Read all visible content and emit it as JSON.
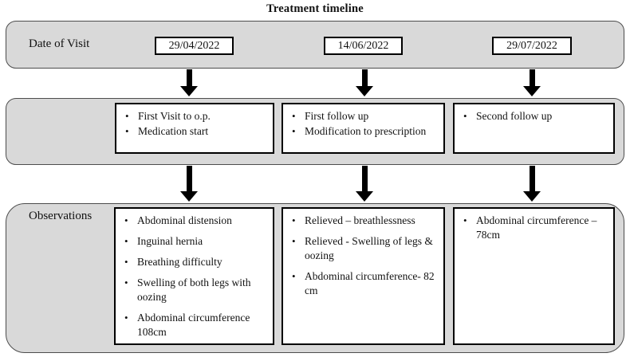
{
  "title": "Treatment timeline",
  "colors": {
    "band_fill": "#d9d9d9",
    "band_border": "#4d4d4d",
    "box_border": "#000000",
    "arrow": "#000000",
    "text": "#111111",
    "background": "#ffffff"
  },
  "row1": {
    "label": "Date of Visit",
    "dates": [
      "29/04/2022",
      "14/06/2022",
      "29/07/2022"
    ]
  },
  "row2": {
    "boxes": [
      {
        "items": [
          "First Visit to o.p.",
          "Medication start"
        ]
      },
      {
        "items": [
          "First follow up",
          "Modification to prescription"
        ]
      },
      {
        "items": [
          "Second follow up"
        ]
      }
    ]
  },
  "row3": {
    "label": "Observations",
    "boxes": [
      {
        "items": [
          "Abdominal distension",
          "Inguinal hernia",
          "Breathing difficulty",
          "Swelling of both legs with oozing",
          "Abdominal circumference 108cm"
        ]
      },
      {
        "items": [
          "Relieved – breathlessness",
          "Relieved - Swelling of legs & oozing",
          "Abdominal circumference- 82 cm"
        ]
      },
      {
        "items": [
          "Abdominal circumference – 78cm"
        ]
      }
    ]
  }
}
